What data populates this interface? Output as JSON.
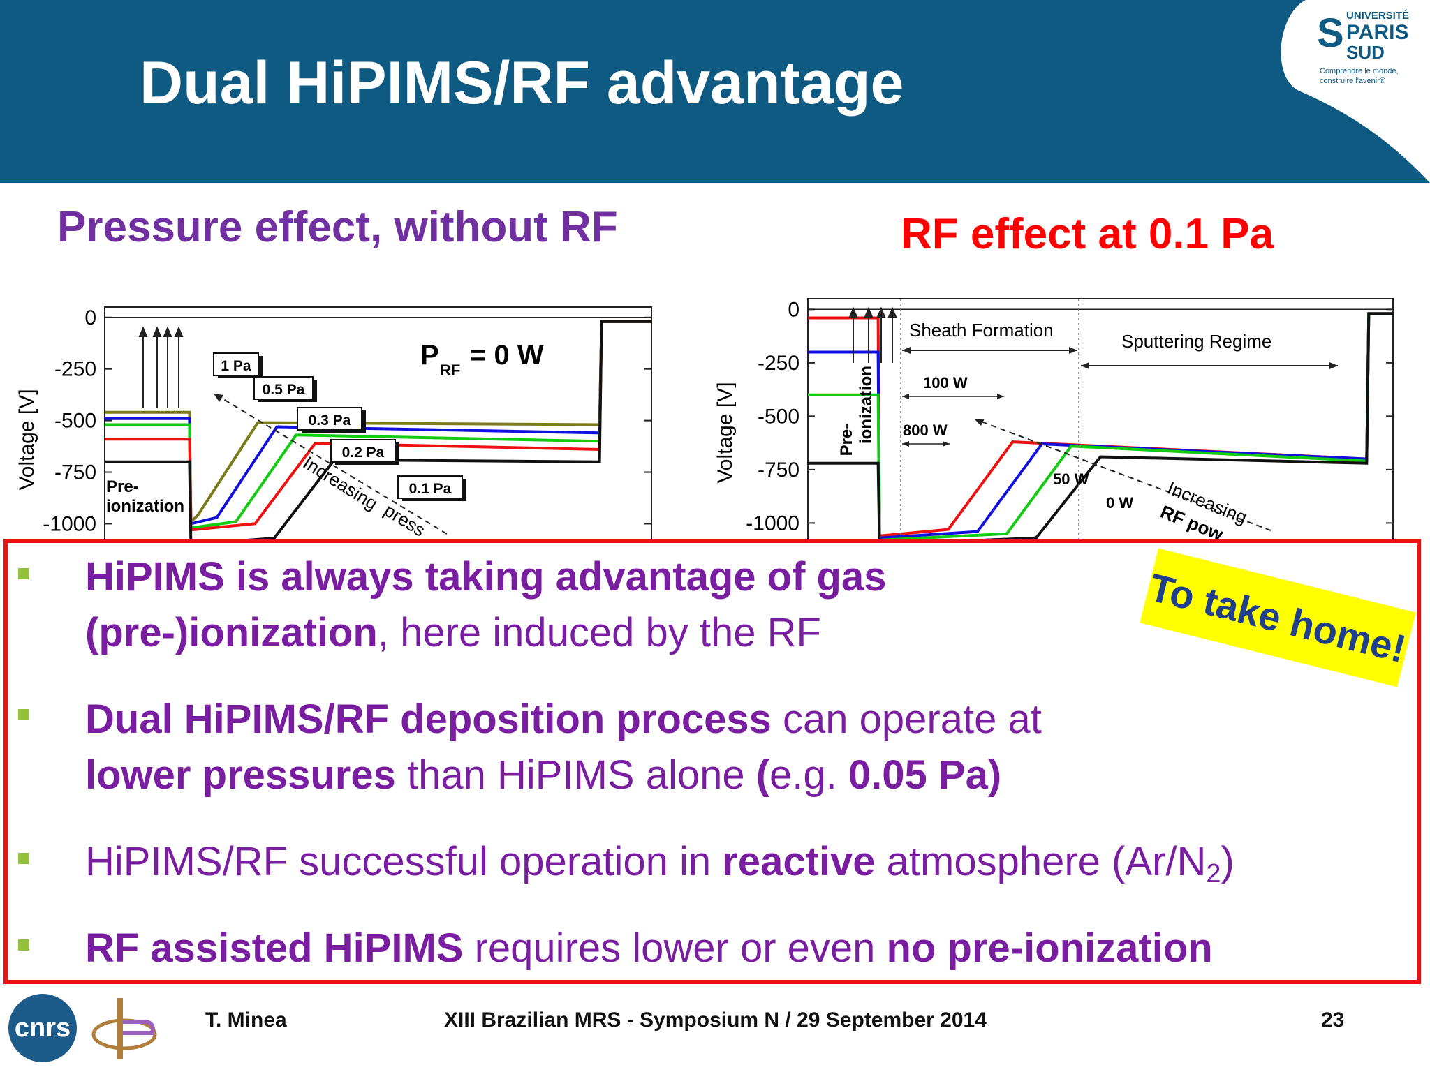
{
  "header": {
    "title": "Dual HiPIMS/RF advantage",
    "logo": {
      "university_label": "UNIVERSITÉ",
      "paris_label": "PARIS",
      "sud_label": "SUD",
      "tagline_line1": "Comprendre le monde,",
      "tagline_line2": "construire l'avenir®"
    }
  },
  "left_panel": {
    "heading": "Pressure effect, without RF",
    "ylabel": "Voltage [V]",
    "prf_label": "P",
    "prf_sub": "RF",
    "prf_value": "= 0 W",
    "preionization_line1": "Pre-",
    "preionization_line2": "ionization",
    "arrow_label_1": "Increasing",
    "arrow_label_2": "press",
    "pressure_labels": [
      "1 Pa",
      "0.5 Pa",
      "0.3 Pa",
      "0.2 Pa",
      "0.1 Pa"
    ]
  },
  "right_panel": {
    "heading": "RF effect at 0.1 Pa",
    "ylabel": "Voltage [V]",
    "sheath_label": "Sheath Formation",
    "sputtering_label": "Sputtering Regime",
    "preionization_line1": "Pre-",
    "preionization_line2": "ionization",
    "arrow_label_1": "Increasing",
    "arrow_label_2": "RF pow",
    "power_labels": [
      "100 W",
      "800 W",
      "50 W",
      "0 W"
    ]
  },
  "chart_data": [
    {
      "type": "line",
      "title": "",
      "xlabel": "",
      "ylabel": "Voltage [V]",
      "ylim": [
        -1100,
        50
      ],
      "yticks": [
        0,
        -250,
        -500,
        -750,
        -1000
      ],
      "yticklabels": [
        "0",
        "-250",
        "-500",
        "-750",
        "-1000"
      ],
      "series": [
        {
          "name": "1 Pa",
          "color": "#7b7b1a",
          "preionization": -460,
          "plateau_start": -510,
          "plateau_end": -520,
          "discharge_min": -990
        },
        {
          "name": "0.5 Pa",
          "color": "#1111dd",
          "preionization": -490,
          "plateau_start": -530,
          "plateau_end": -560,
          "discharge_min": -1000
        },
        {
          "name": "0.3 Pa",
          "color": "#11cc11",
          "preionization": -520,
          "plateau_start": -570,
          "plateau_end": -600,
          "discharge_min": -1020
        },
        {
          "name": "0.2 Pa",
          "color": "#ee1111",
          "preionization": -590,
          "plateau_start": -610,
          "plateau_end": -640,
          "discharge_min": -1030
        },
        {
          "name": "0.1 Pa",
          "color": "#111111",
          "preionization": -700,
          "plateau_start": -690,
          "plateau_end": -700,
          "discharge_min": -1100
        }
      ]
    },
    {
      "type": "line",
      "title": "",
      "xlabel": "",
      "ylabel": "Voltage [V]",
      "ylim": [
        -1100,
        50
      ],
      "yticks": [
        0,
        -250,
        -500,
        -750,
        -1000
      ],
      "yticklabels": [
        "0",
        "-250",
        "-500",
        "-750",
        "-1000"
      ],
      "series": [
        {
          "name": "800 W",
          "color": "#ee1111",
          "preionization": -40,
          "plateau_start": -620,
          "plateau_end": -700,
          "discharge_min": -1060
        },
        {
          "name": "100 W",
          "color": "#1111dd",
          "preionization": -200,
          "plateau_start": -630,
          "plateau_end": -700,
          "discharge_min": -1070
        },
        {
          "name": "50 W",
          "color": "#11cc11",
          "preionization": -400,
          "plateau_start": -640,
          "plateau_end": -710,
          "discharge_min": -1080
        },
        {
          "name": "0 W",
          "color": "#111111",
          "preionization": -720,
          "plateau_start": -690,
          "plateau_end": -720,
          "discharge_min": -1100
        }
      ]
    }
  ],
  "takeaways": {
    "b1_bold": "HiPIMS is always taking advantage of gas",
    "b1_bold2": "(pre-)ionization",
    "b1_rest": ", here induced by the RF",
    "b2_bold": "Dual HiPIMS/RF deposition process",
    "b2_rest": " can operate at",
    "b2_bold2": "lower pressures",
    "b2_rest2": " than HiPIMS alone ",
    "b2_paren_open": "(",
    "b2_eg": "e.g. ",
    "b2_value": "0.05 Pa",
    "b2_paren_close": ")",
    "b3_pre": "HiPIMS/RF successful operation in ",
    "b3_bold": "reactive",
    "b3_post": " atmosphere (Ar/N",
    "b3_sub": "2",
    "b3_end": ")",
    "b4_bold": "RF assisted HiPIMS",
    "b4_rest": " requires lower or even ",
    "b4_bold2": "no pre-ionization",
    "take_home": "To take home!"
  },
  "footer": {
    "author": "T. Minea",
    "event": "XIII Brazilian MRS - Symposium N / 29 September 2014",
    "page": "23",
    "cnrs_logo": "cnrs"
  },
  "colors": {
    "header_bg": "#0f5a82",
    "purple_text": "#7a1ea1",
    "red_text": "#ff0000",
    "box_border": "#ee1111",
    "bullet": "#92c03a",
    "take_home_bg": "#ffff00"
  }
}
